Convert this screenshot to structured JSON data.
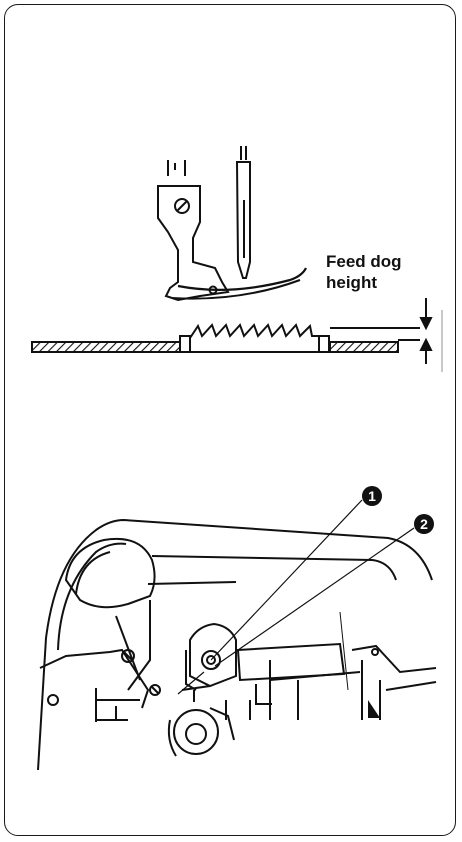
{
  "feed_dog_label": {
    "line1": "Feed dog",
    "line2": "height"
  },
  "callouts": {
    "one": "1",
    "two": "2"
  },
  "colors": {
    "ink": "#111111",
    "background": "#ffffff"
  },
  "icons": [
    "presser-foot-icon",
    "needle-icon",
    "feed-dog-icon",
    "adjustment-screw-icon"
  ]
}
